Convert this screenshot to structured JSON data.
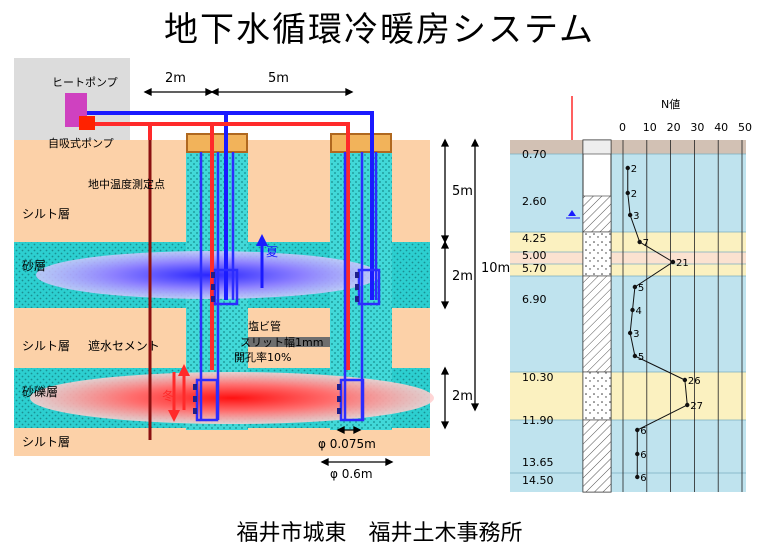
{
  "title": "地下水循環冷暖房システム",
  "footer": "福井市城東　福井土木事務所",
  "left_diagram": {
    "heat_pump": "ヒートポンプ",
    "self_priming_pump": "自吸式ポンプ",
    "ground_temp_point": "地中温度測定点",
    "layers": {
      "silt1": "シルト層",
      "sand": "砂層",
      "silt2": "シルト層",
      "cement": "遮水セメント",
      "gravel": "砂礫層",
      "silt3": "シルト層"
    },
    "pipe_label_1": "塩ビ管",
    "pipe_label_2": "スリット幅1mm",
    "pipe_label_3": "開孔率10%",
    "summer_label": "夏",
    "winter_label": "冬",
    "dim_2m": "2m",
    "dim_5m": "5m",
    "dim_v5m": "5m",
    "dim_v2m_a": "2m",
    "dim_v10m": "10m",
    "dim_v2m_b": "2m",
    "dim_pipe": "φ 0.075m",
    "dim_well": "φ 0.6m"
  },
  "boring_log": {
    "n_header": "N値",
    "n_axis_ticks": [
      "0",
      "10",
      "20",
      "30",
      "40",
      "50"
    ],
    "depths": [
      "0.70",
      "2.60",
      "4.25",
      "5.00",
      "5.70",
      "6.90",
      "10.30",
      "11.90",
      "13.65",
      "14.50"
    ],
    "n_values": [
      {
        "label": "2",
        "n": 2
      },
      {
        "label": "2",
        "n": 2
      },
      {
        "label": "3",
        "n": 3
      },
      {
        "label": "7",
        "n": 7
      },
      {
        "label": "21",
        "n": 21
      },
      {
        "label": "5",
        "n": 5
      },
      {
        "label": "4",
        "n": 4
      },
      {
        "label": "3",
        "n": 3
      },
      {
        "label": "5",
        "n": 5
      },
      {
        "label": "26",
        "n": 26
      },
      {
        "label": "27",
        "n": 27
      },
      {
        "label": "6",
        "n": 6
      },
      {
        "label": "6",
        "n": 6
      },
      {
        "label": "6",
        "n": 6
      }
    ]
  }
}
